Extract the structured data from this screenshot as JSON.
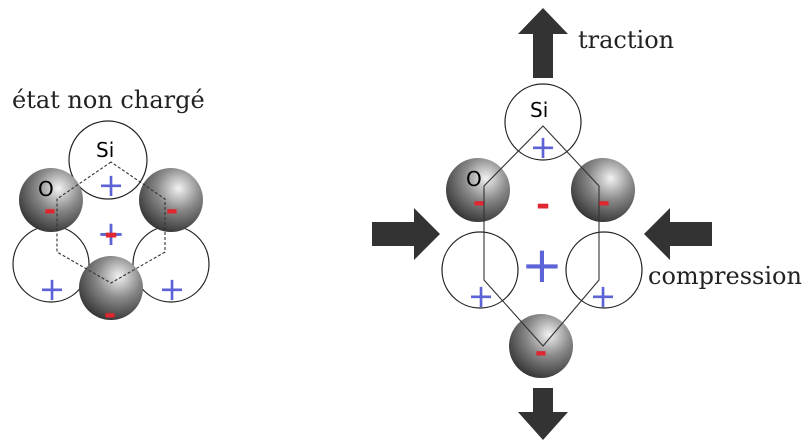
{
  "left_panel": {
    "title": "état non chargé",
    "si_label": "Si",
    "o_label": "O",
    "plus": "+",
    "minus": "-"
  },
  "right_panel": {
    "traction_label": "traction",
    "compression_label": "compression",
    "si_label": "Si",
    "o_label": "O",
    "plus": "+",
    "minus": "-"
  },
  "colors": {
    "plus": "#5b63d6",
    "minus": "#e0262f",
    "arrow": "#333333"
  }
}
